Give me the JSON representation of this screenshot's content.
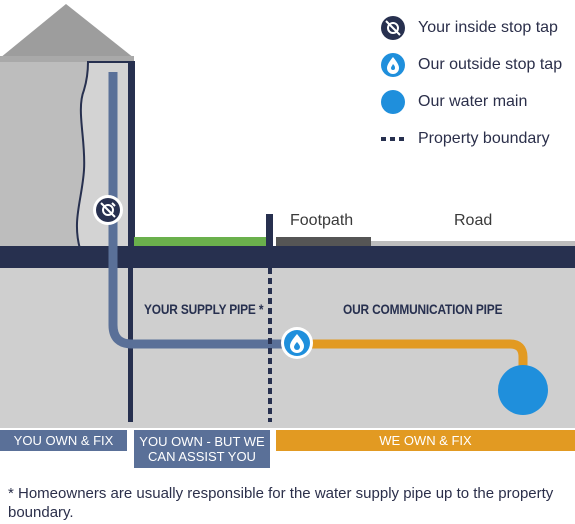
{
  "legend": {
    "inside_stop_tap": "Your inside stop tap",
    "outside_stop_tap": "Our outside stop tap",
    "water_main": "Our water main",
    "property_boundary": "Property boundary"
  },
  "ground_labels": {
    "footpath": "Footpath",
    "road": "Road"
  },
  "sections": {
    "supply_pipe": "YOUR SUPPLY PIPE *",
    "communication_pipe": "OUR COMMUNICATION PIPE"
  },
  "ownership": {
    "you_own": "YOU OWN & FIX",
    "you_own_assist_line1": "YOU OWN - BUT WE",
    "you_own_assist_line2": "CAN ASSIST YOU",
    "we_own": "WE OWN & FIX"
  },
  "footnote": "* Homeowners are usually responsible for the water supply pipe up to the property boundary.",
  "colors": {
    "navy": "#27304f",
    "blue_pipe": "#5a7098",
    "orange_pipe": "#e29a22",
    "water_blue": "#1f8fdc",
    "grass": "#6ab04c",
    "ground_grey": "#cfcfcf",
    "house_grey": "#b9b9b9"
  },
  "icons": {
    "inside_stop_tap": "inside-stop-tap-icon",
    "outside_stop_tap": "outside-stop-tap-icon",
    "water_main": "water-main-icon",
    "boundary": "boundary-line-icon"
  }
}
